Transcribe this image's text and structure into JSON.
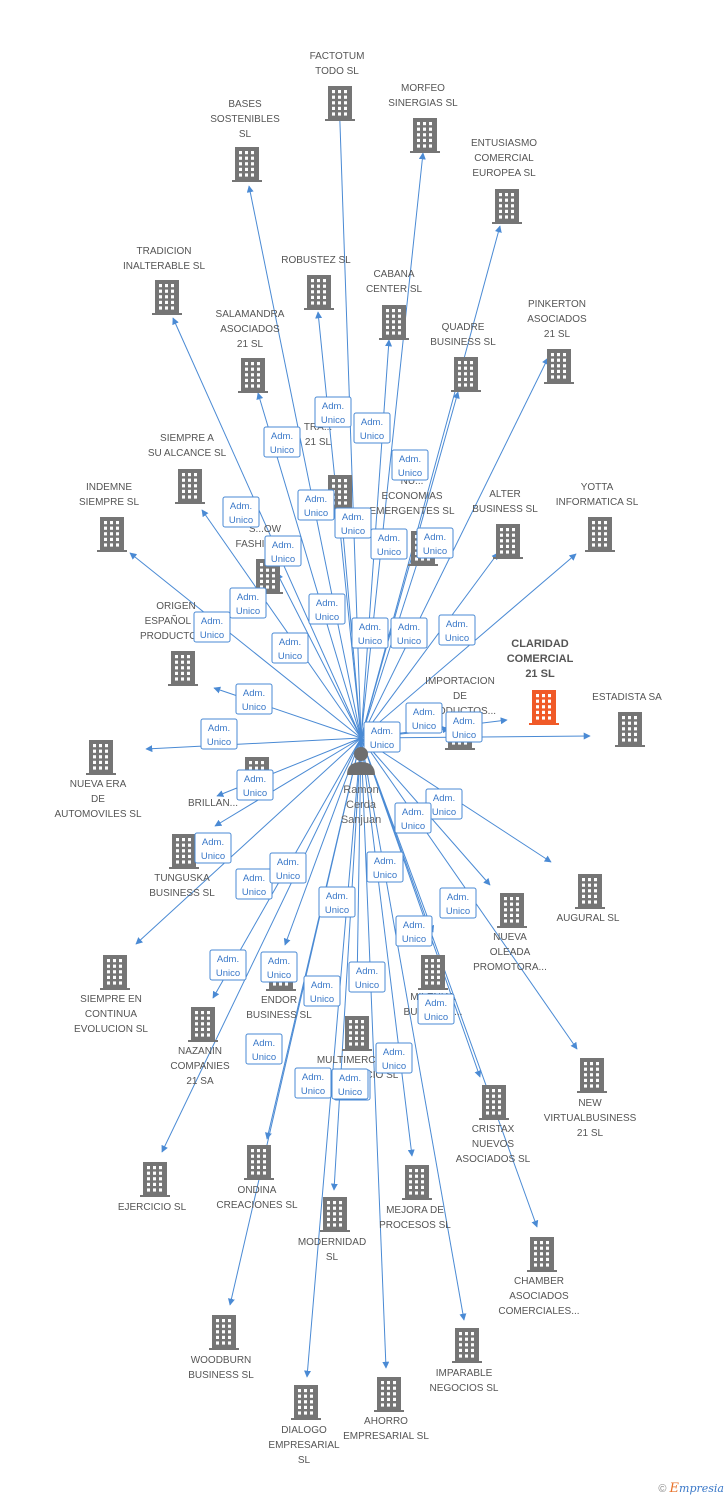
{
  "center": {
    "name_lines": [
      "Ramon",
      "Cerda",
      "Sanjuan"
    ]
  },
  "role_label": [
    "Adm.",
    "Unico"
  ],
  "colors": {
    "building": "#757575",
    "highlight": "#f05a28",
    "edge": "#4a8ad4",
    "label": "#555555"
  },
  "companies": [
    {
      "id": "factotum",
      "lines": [
        "FACTOTUM",
        "TODO SL"
      ]
    },
    {
      "id": "morfeo",
      "lines": [
        "MORFEO",
        "SINERGIAS SL"
      ]
    },
    {
      "id": "bases",
      "lines": [
        "BASES",
        "SOSTENIBLES",
        "SL"
      ]
    },
    {
      "id": "entusiasmo",
      "lines": [
        "ENTUSIASMO",
        "COMERCIAL",
        "EUROPEA SL"
      ]
    },
    {
      "id": "tradicion",
      "lines": [
        "TRADICION",
        "INALTERABLE SL"
      ]
    },
    {
      "id": "robustez",
      "lines": [
        "ROBUSTEZ SL"
      ]
    },
    {
      "id": "cabana",
      "lines": [
        "CABANA",
        "CENTER SL"
      ]
    },
    {
      "id": "pinkerton",
      "lines": [
        "PINKERTON",
        "ASOCIADOS",
        "21 SL"
      ]
    },
    {
      "id": "salamandra",
      "lines": [
        "SALAMANDRA",
        "ASOCIADOS",
        "21 SL"
      ]
    },
    {
      "id": "quadre",
      "lines": [
        "QUADRE",
        "BUSINESS SL"
      ]
    },
    {
      "id": "tra21",
      "lines": [
        "TRA...",
        "21 SL"
      ]
    },
    {
      "id": "siempre_alcance",
      "lines": [
        "SIEMPRE A",
        "SU ALCANCE SL"
      ]
    },
    {
      "id": "nuevas_economias",
      "lines": [
        "NU...",
        "ECONOMIAS",
        "EMERGENTES SL"
      ]
    },
    {
      "id": "alter",
      "lines": [
        "ALTER",
        "BUSINESS SL"
      ]
    },
    {
      "id": "indemne",
      "lines": [
        "INDEMNE",
        "SIEMPRE SL"
      ]
    },
    {
      "id": "yotta",
      "lines": [
        "YOTTA",
        "INFORMATICA SL"
      ]
    },
    {
      "id": "show_fashion",
      "lines": [
        "S...OW",
        "FASHION SL"
      ]
    },
    {
      "id": "origen",
      "lines": [
        "ORIGEN",
        "ESPAÑOL DE",
        "PRODUCTOS..."
      ]
    },
    {
      "id": "claridad",
      "lines": [
        "CLARIDAD",
        "COMERCIAL",
        "21 SL"
      ],
      "highlight": true
    },
    {
      "id": "importacion",
      "lines": [
        "IMPORTACION",
        "DE",
        "PRODUCTOS..."
      ]
    },
    {
      "id": "estadista",
      "lines": [
        "ESTADISTA SA"
      ]
    },
    {
      "id": "nueva_era",
      "lines": [
        "NUEVA ERA",
        "DE",
        "AUTOMOVILES SL"
      ]
    },
    {
      "id": "brillan",
      "lines": [
        "BRILLAN..."
      ]
    },
    {
      "id": "tunguska",
      "lines": [
        "TUNGUSKA",
        "BUSINESS SL"
      ]
    },
    {
      "id": "augural",
      "lines": [
        "AUGURAL SL"
      ]
    },
    {
      "id": "nueva_oleada",
      "lines": [
        "NUEVA",
        "OLEADA",
        "PROMOTORA..."
      ]
    },
    {
      "id": "siempre_continua",
      "lines": [
        "SIEMPRE EN",
        "CONTINUA",
        "EVOLUCION SL"
      ]
    },
    {
      "id": "endor",
      "lines": [
        "ENDOR",
        "BUSINESS SL"
      ]
    },
    {
      "id": "milenial",
      "lines": [
        "MILENIAL",
        "BUSINESS..."
      ]
    },
    {
      "id": "nazanin",
      "lines": [
        "NAZANIN",
        "COMPANIES",
        "21 SA"
      ]
    },
    {
      "id": "multimercado",
      "lines": [
        "MULTIMERCADO",
        "MULTIPRECIO SL"
      ]
    },
    {
      "id": "new_virtual",
      "lines": [
        "NEW",
        "VIRTUALBUSINESS",
        "21 SL"
      ]
    },
    {
      "id": "cristax",
      "lines": [
        "CRISTAX",
        "NUEVOS",
        "ASOCIADOS SL"
      ]
    },
    {
      "id": "ejercicio",
      "lines": [
        "EJERCICIO SL"
      ]
    },
    {
      "id": "ondina",
      "lines": [
        "ONDINA",
        "CREACIONES SL"
      ]
    },
    {
      "id": "mejora",
      "lines": [
        "MEJORA DE",
        "PROCESOS SL"
      ]
    },
    {
      "id": "modernidad",
      "lines": [
        "MODERNIDAD",
        "SL"
      ]
    },
    {
      "id": "chamber",
      "lines": [
        "CHAMBER",
        "ASOCIADOS",
        "COMERCIALES..."
      ]
    },
    {
      "id": "woodburn",
      "lines": [
        "WOODBURN",
        "BUSINESS SL"
      ]
    },
    {
      "id": "imparable",
      "lines": [
        "IMPARABLE",
        "NEGOCIOS SL"
      ]
    },
    {
      "id": "dialogo",
      "lines": [
        "DIALOGO",
        "EMPRESARIAL",
        "SL"
      ]
    },
    {
      "id": "ahorro",
      "lines": [
        "AHORRO",
        "EMPRESARIAL SL"
      ]
    }
  ],
  "footer": {
    "copyright": "©",
    "brand_first": "E",
    "brand_rest": "mpresia"
  }
}
